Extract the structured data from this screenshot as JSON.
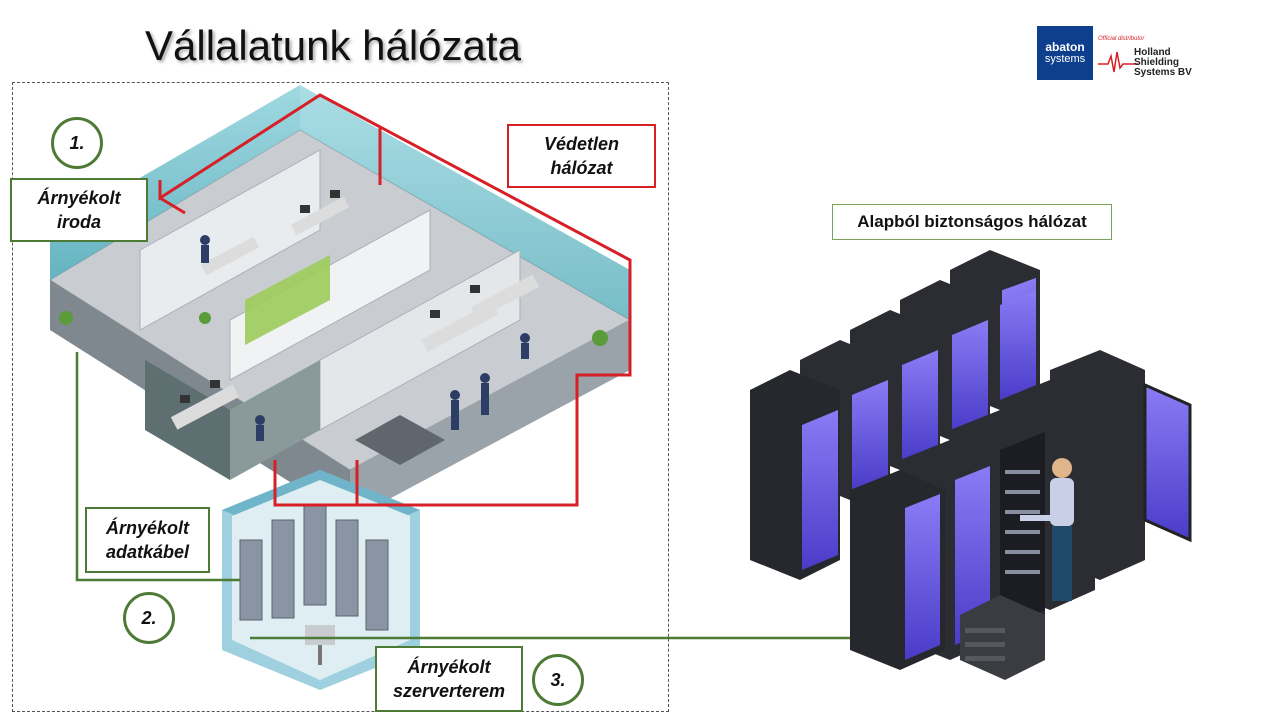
{
  "title": "Vállalatunk hálózata",
  "labels": {
    "unprotected_network": [
      "Védetlen",
      "hálózat"
    ],
    "shielded_office": [
      "Árnyékolt",
      "iroda"
    ],
    "shielded_cable": [
      "Árnyékolt",
      "adatkábel"
    ],
    "shielded_server_room": [
      "Árnyékolt",
      "szerverterem"
    ],
    "secure_network": "Alapból biztonságos hálózat"
  },
  "steps": [
    "1.",
    "2.",
    "3."
  ],
  "logos": {
    "abaton": {
      "line1": "abaton",
      "line2": "systems"
    },
    "holland": {
      "partner": "Official distributor",
      "lines": [
        "Holland",
        "Shielding",
        "Systems BV"
      ]
    }
  },
  "colors": {
    "unprotected": "#d61f26",
    "shielded": "#4d7a34",
    "rack_glow": "#6a5ce8",
    "brand_blue": "#0e3f8c"
  }
}
